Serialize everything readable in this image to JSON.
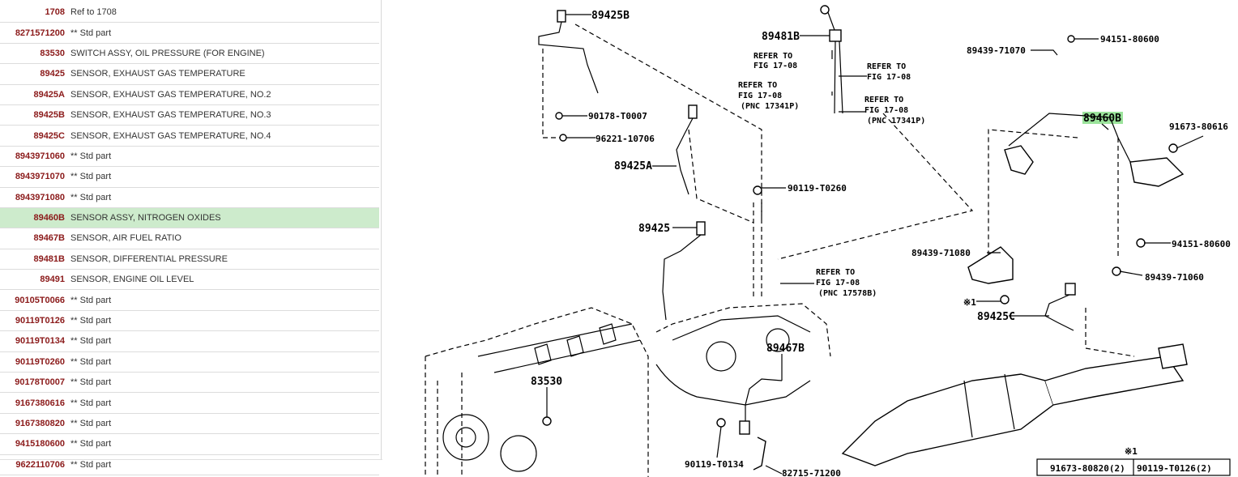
{
  "parts_list": [
    {
      "pnc": "1708",
      "desc": "Ref to 1708",
      "selected": false
    },
    {
      "pnc": "8271571200",
      "desc": "** Std part",
      "selected": false
    },
    {
      "pnc": "83530",
      "desc": "SWITCH ASSY, OIL PRESSURE (FOR ENGINE)",
      "selected": false
    },
    {
      "pnc": "89425",
      "desc": "SENSOR, EXHAUST GAS TEMPERATURE",
      "selected": false
    },
    {
      "pnc": "89425A",
      "desc": "SENSOR, EXHAUST GAS TEMPERATURE, NO.2",
      "selected": false
    },
    {
      "pnc": "89425B",
      "desc": "SENSOR, EXHAUST GAS TEMPERATURE, NO.3",
      "selected": false
    },
    {
      "pnc": "89425C",
      "desc": "SENSOR, EXHAUST GAS TEMPERATURE, NO.4",
      "selected": false
    },
    {
      "pnc": "8943971060",
      "desc": "** Std part",
      "selected": false
    },
    {
      "pnc": "8943971070",
      "desc": "** Std part",
      "selected": false
    },
    {
      "pnc": "8943971080",
      "desc": "** Std part",
      "selected": false
    },
    {
      "pnc": "89460B",
      "desc": "SENSOR ASSY, NITROGEN OXIDES",
      "selected": true
    },
    {
      "pnc": "89467B",
      "desc": "SENSOR, AIR FUEL RATIO",
      "selected": false
    },
    {
      "pnc": "89481B",
      "desc": "SENSOR, DIFFERENTIAL PRESSURE",
      "selected": false
    },
    {
      "pnc": "89491",
      "desc": "SENSOR, ENGINE OIL LEVEL",
      "selected": false
    },
    {
      "pnc": "90105T0066",
      "desc": "** Std part",
      "selected": false
    },
    {
      "pnc": "90119T0126",
      "desc": "** Std part",
      "selected": false
    },
    {
      "pnc": "90119T0134",
      "desc": "** Std part",
      "selected": false
    },
    {
      "pnc": "90119T0260",
      "desc": "** Std part",
      "selected": false
    },
    {
      "pnc": "90178T0007",
      "desc": "** Std part",
      "selected": false
    },
    {
      "pnc": "9167380616",
      "desc": "** Std part",
      "selected": false
    },
    {
      "pnc": "9167380820",
      "desc": "** Std part",
      "selected": false
    },
    {
      "pnc": "9415180600",
      "desc": "** Std part",
      "selected": false
    },
    {
      "pnc": "9622110706",
      "desc": "** Std part",
      "selected": false
    }
  ],
  "diagram": {
    "callouts": {
      "c89425B": "89425B",
      "c90178": "90178-T0007",
      "c96221": "96221-10706",
      "c89425A": "89425A",
      "c90119_0260": "90119-T0260",
      "c89425": "89425",
      "c83530": "83530",
      "c89467B": "89467B",
      "c90119_0134": "90119-T0134",
      "c82715": "82715-71200",
      "c89481B": "89481B",
      "c89439_71070": "89439-71070",
      "c94151_a": "94151-80600",
      "c89460B": "89460B",
      "c91673_616": "91673-80616",
      "c89439_71080": "89439-71080",
      "c94151_b": "94151-80600",
      "c89439_71060": "89439-71060",
      "c89425C": "89425C",
      "mark1": "※1"
    },
    "refs": {
      "r1_a": "REFER TO",
      "r1_b": "FIG 17-08",
      "r2_a": "REFER TO",
      "r2_b": "FIG 17-08",
      "r3_a": "REFER TO",
      "r3_b": "FIG 17-08",
      "r3_c": "(PNC 17341P)",
      "r4_a": "REFER TO",
      "r4_b": "FIG 17-08",
      "r4_c": "(PNC 17341P)",
      "r5_a": "REFER TO",
      "r5_b": "FIG 17-08",
      "r5_c": "(PNC 17578B)"
    },
    "note_table": {
      "mark": "※1",
      "cell1": "91673-80820(2)",
      "cell2": "90119-T0126(2)"
    },
    "highlight_color": "#9be39b"
  }
}
